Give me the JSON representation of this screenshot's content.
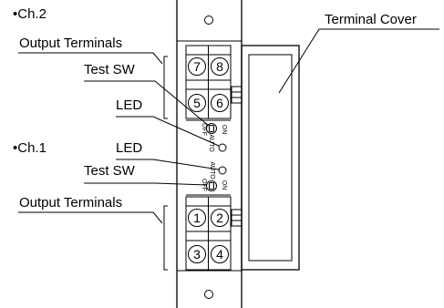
{
  "ch2": {
    "title": "•Ch.2",
    "output_terminals": "Output Terminals",
    "test_sw": "Test SW",
    "led": "LED",
    "terminals": [
      "7",
      "8",
      "5",
      "6"
    ],
    "switch": {
      "off": "OFF",
      "auto": "AUTO",
      "on": "ON"
    }
  },
  "ch1": {
    "title": "•Ch.1",
    "led": "LED",
    "test_sw": "Test SW",
    "output_terminals": "Output Terminals",
    "terminals": [
      "1",
      "2",
      "3",
      "4"
    ],
    "switch": {
      "off": "OFF",
      "auto": "AUTO",
      "on": "ON"
    }
  },
  "terminal_cover": "Terminal Cover"
}
